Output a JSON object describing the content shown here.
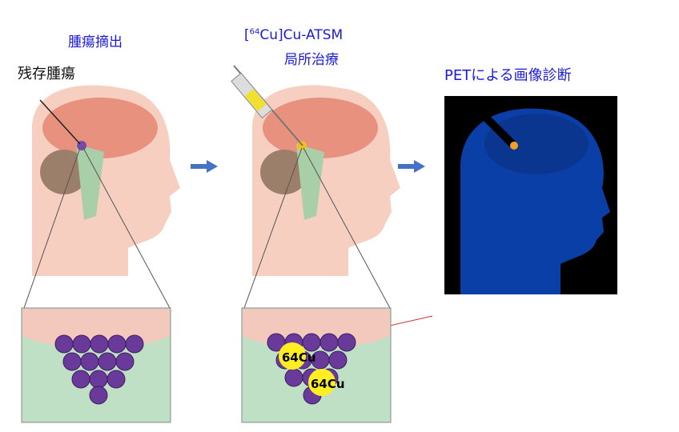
{
  "step1": {
    "title": "腫瘍摘出",
    "sublabel": "残存腫瘍"
  },
  "step2": {
    "title_line1_prefix": "[",
    "title_line1_sup": "64",
    "title_line1_suffix": "Cu]Cu-ATSM",
    "title_line2": "局所治療",
    "particle_label": "64Cu"
  },
  "step3": {
    "title": "PETによる画像診断"
  },
  "colors": {
    "label": "#1a1adc",
    "arrow": "#4472c4",
    "pet_bg": "#0b3fa8",
    "tumor": "#6a3a9a"
  }
}
